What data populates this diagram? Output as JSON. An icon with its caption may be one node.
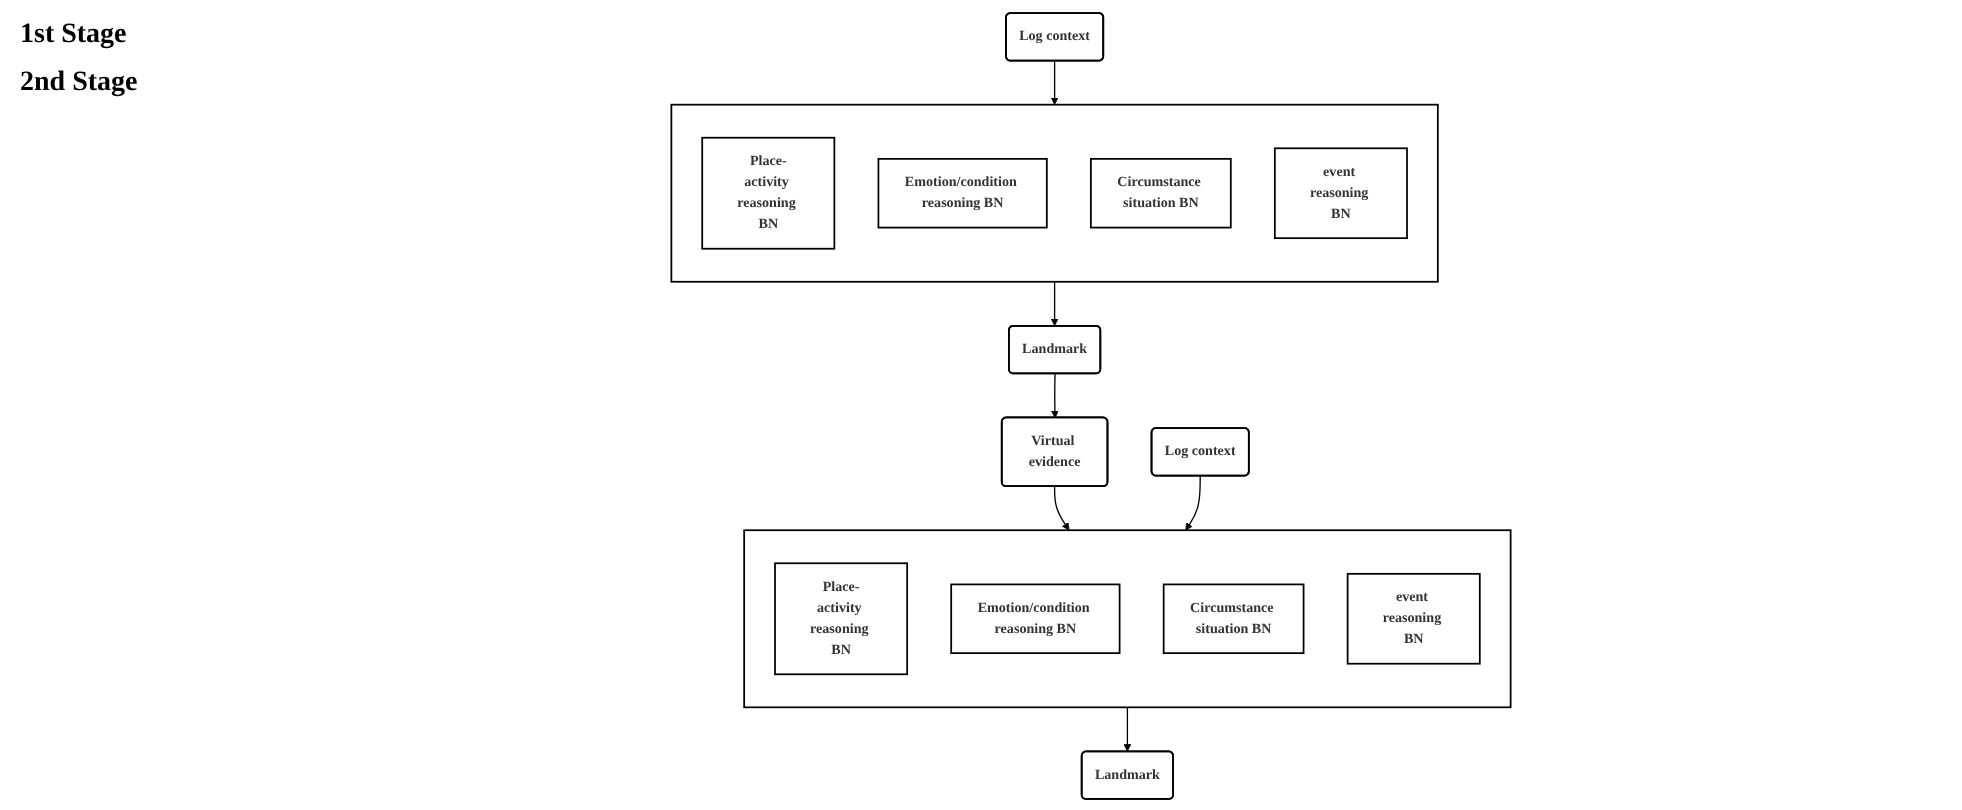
{
  "diagram": {
    "nodes": [
      {
        "text": [
          "Log context"
        ]
      },
      {
        "text": [],
        "shape": "box"
      },
      {
        "text": [
          "Place-activity reasoning BN"
        ],
        "in": 1
      },
      {
        "text": [
          "Emotion/condition reasoning BN"
        ],
        "in": 1
      },
      {
        "text": [
          "Circumstance situation BN"
        ],
        "in": 1
      },
      {
        "text": [
          "event reasoning BN"
        ],
        "in": 1
      },
      {
        "text": [
          "Landmark"
        ]
      },
      {
        "text": [
          "Virtual evidence"
        ]
      },
      {
        "text": [
          "Log context"
        ]
      },
      {
        "text": [],
        "shape": "box"
      },
      {
        "text": [
          "Place-activity reasoning BN"
        ],
        "in": 9
      },
      {
        "text": [
          "Emotion/condition reasoning BN"
        ],
        "in": 9
      },
      {
        "text": [
          "Circumstance situation BN"
        ],
        "in": 9
      },
      {
        "text": [
          "event reasoning BN"
        ],
        "in": 9
      },
      {
        "text": [
          "Landmark"
        ]
      }
    ],
    "edges": [
      {
        "from": 0,
        "to": 1,
        "arrow": "to"
      },
      {
        "from": 1,
        "to": 6,
        "arrow": "to"
      },
      {
        "from": 6,
        "to": 7,
        "arrow": "to"
      },
      {
        "from": 7,
        "to": 9,
        "arrow": "to"
      },
      {
        "from": 8,
        "to": 9,
        "arrow": "to"
      },
      {
        "from": 9,
        "to": 14,
        "arrow": "to"
      }
    ],
    "labels": [
      "1st Stage",
      "2nd Stage"
    ]
  }
}
